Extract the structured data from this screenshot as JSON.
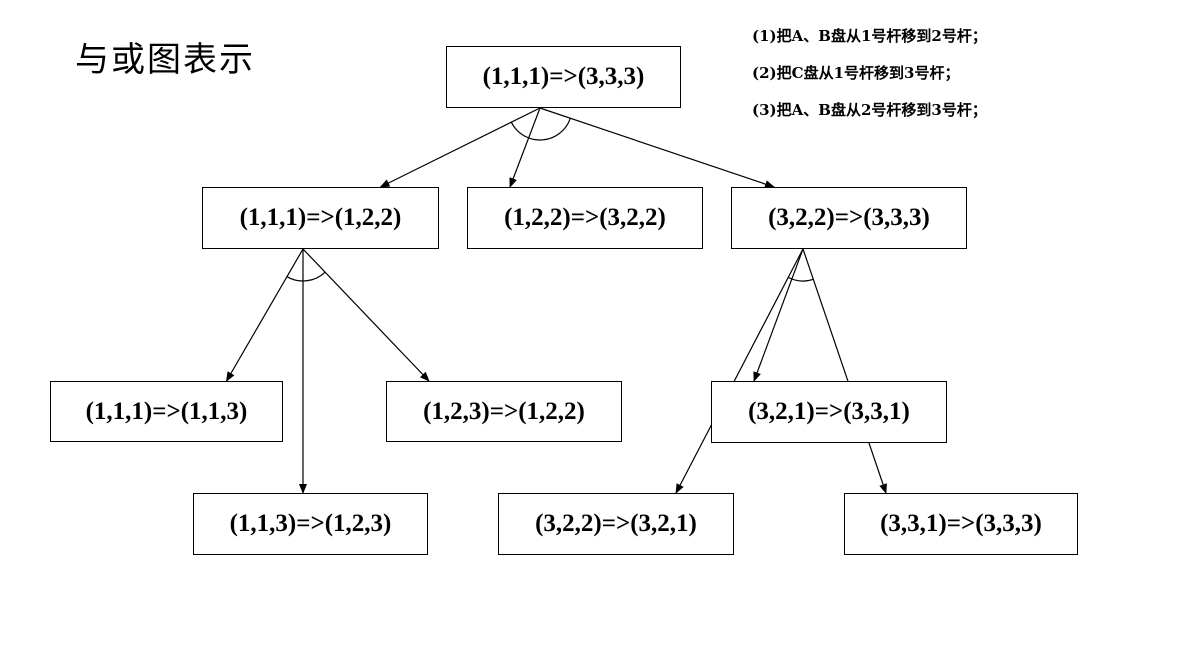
{
  "title": "与或图表示",
  "notes": [
    "(1)把A、B盘从1号杆移到2号杆；",
    "(2)把C盘从1号杆移到3号杆；",
    "(3)把A、B盘从2号杆移到3号杆；"
  ],
  "nodes": {
    "root": "(1,1,1)=>(3,3,3)",
    "l1_left": "(1,1,1)=>(1,2,2)",
    "l1_mid": "(1,2,2)=>(3,2,2)",
    "l1_right": "(3,2,2)=>(3,3,3)",
    "l2_a": "(1,1,1)=>(1,1,3)",
    "l2_b": "(1,2,3)=>(1,2,2)",
    "l2_c": "(1,1,3)=>(1,2,3)",
    "l2_d": "(3,2,1)=>(3,3,1)",
    "l2_e": "(3,2,2)=>(3,2,1)",
    "l2_f": "(3,3,1)=>(3,3,3)"
  },
  "edges": [
    {
      "from": "root",
      "to": "l1_left"
    },
    {
      "from": "root",
      "to": "l1_mid"
    },
    {
      "from": "root",
      "to": "l1_right"
    },
    {
      "from": "l1_left",
      "to": "l2_a"
    },
    {
      "from": "l1_left",
      "to": "l2_c"
    },
    {
      "from": "l1_left",
      "to": "l2_b"
    },
    {
      "from": "l1_right",
      "to": "l2_e"
    },
    {
      "from": "l1_right",
      "to": "l2_d"
    },
    {
      "from": "l1_right",
      "to": "l2_f"
    }
  ],
  "and_arcs": [
    "root",
    "l1_left",
    "l1_right"
  ]
}
